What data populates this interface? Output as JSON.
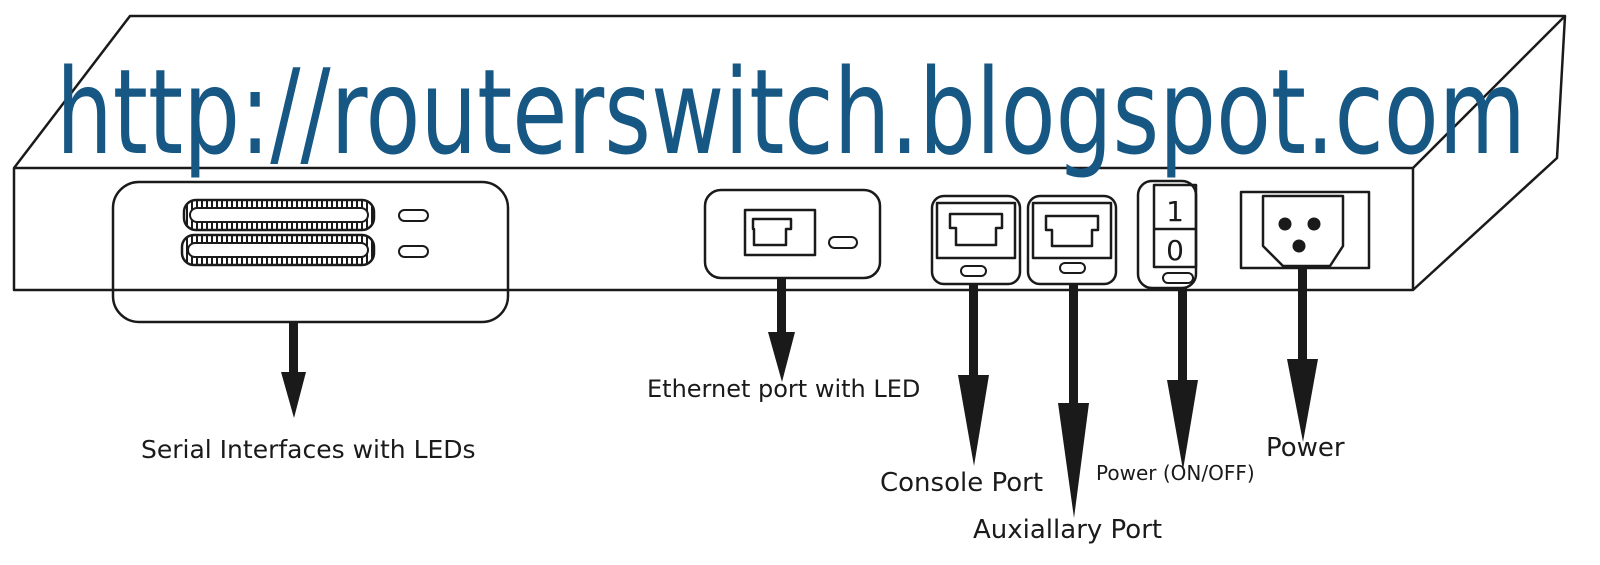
{
  "watermark": {
    "text": "http://routerswitch.blogspot.com",
    "color": "#165783"
  },
  "device": {
    "name": "router-rear-panel",
    "line_color": "#1a1a1a"
  },
  "switch": {
    "on_label": "1",
    "off_label": "0"
  },
  "labels": {
    "serial": "Serial Interfaces with LEDs",
    "ethernet": "Ethernet port with LED",
    "console": "Console Port",
    "auxiliary": "Auxiallary Port",
    "power_switch": "Power (ON/OFF)",
    "power": "Power"
  }
}
